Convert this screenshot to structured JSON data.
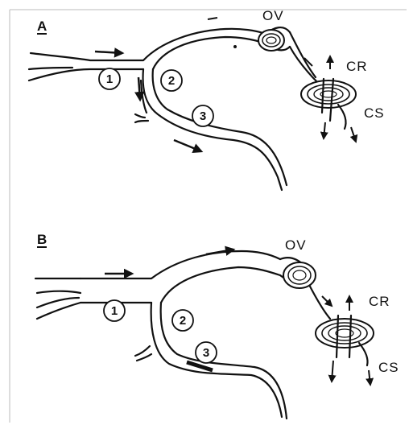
{
  "panels": [
    {
      "id": "A",
      "label": "A",
      "branches": [
        "1",
        "2",
        "3"
      ],
      "labels": {
        "ov": "OV",
        "cr": "CR",
        "cs": "CS"
      }
    },
    {
      "id": "B",
      "label": "B",
      "branches": [
        "1",
        "2",
        "3"
      ],
      "labels": {
        "ov": "OV",
        "cr": "CR",
        "cs": "CS"
      }
    }
  ]
}
